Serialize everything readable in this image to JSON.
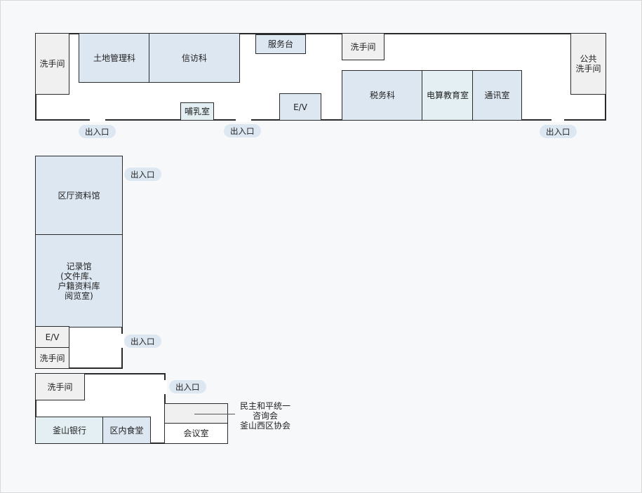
{
  "floor_plan": {
    "top_wing": {
      "restroom_left": "洗手间",
      "land_management": "土地管理科",
      "petitions": "信访科",
      "service_desk": "服务台",
      "restroom_center": "洗手间",
      "public_restroom": "公共\n洗手间",
      "nursing_room": "哺乳室",
      "elevator": "E/V",
      "tax": "税务科",
      "computer_education": "电算教育室",
      "communications": "通讯室"
    },
    "left_wing": {
      "district_archive_library": "区厅资料馆",
      "records_hall": "记录馆\n(文件库、\n户籍资料库\n阅览室)",
      "elevator": "E/V",
      "restroom": "洗手间"
    },
    "bottom_wing": {
      "restroom": "洗手间",
      "bank": "釜山银行",
      "cafeteria": "区内食堂",
      "meeting_room": "会议室",
      "council_note": "民主和平统一\n咨询会\n釜山西区协会"
    },
    "entrances": {
      "top_1": "出入口",
      "top_2": "出入口",
      "top_3": "出入口",
      "left_1": "出入口",
      "left_2": "出入口",
      "bottom_1": "出入口"
    }
  }
}
